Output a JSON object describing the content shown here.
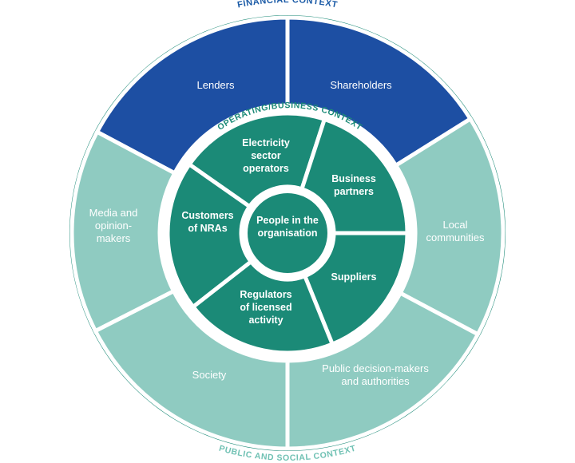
{
  "contexts": {
    "financial": "FINANCIAL CONTEXT",
    "operating": "OPERATING/BUSINESS CONTEXT",
    "public_social": "PUBLIC AND SOCIAL CONTEXT"
  },
  "outer_ring": [
    {
      "key": "lenders",
      "lines": [
        "Lenders"
      ],
      "group": "financial"
    },
    {
      "key": "shareholders",
      "lines": [
        "Shareholders"
      ],
      "group": "financial"
    },
    {
      "key": "local-communities",
      "lines": [
        "Local",
        "communities"
      ],
      "group": "public"
    },
    {
      "key": "public-decision-makers",
      "lines": [
        "Public decision-makers",
        "and authorities"
      ],
      "group": "public"
    },
    {
      "key": "society",
      "lines": [
        "Society"
      ],
      "group": "public"
    },
    {
      "key": "media-opinion-makers",
      "lines": [
        "Media and",
        "opinion-",
        "makers"
      ],
      "group": "public"
    }
  ],
  "inner_ring": [
    {
      "key": "electricity-sector-operators",
      "lines": [
        "Electricity",
        "sector",
        "operators"
      ]
    },
    {
      "key": "business-partners",
      "lines": [
        "Business",
        "partners"
      ]
    },
    {
      "key": "suppliers",
      "lines": [
        "Suppliers"
      ]
    },
    {
      "key": "regulators-licensed-activity",
      "lines": [
        "Regulators",
        "of licensed",
        "activity"
      ]
    },
    {
      "key": "customers-of-nras",
      "lines": [
        "Customers",
        "of NRAs"
      ]
    }
  ],
  "center": {
    "lines": [
      "People in the",
      "organisation"
    ]
  },
  "colors": {
    "financial": "#1d4fa3",
    "public": "#8fcbc1",
    "inner": "#1b8a77",
    "outline": "#1b8a77",
    "financial_title": "#1a5aa6",
    "operating_title": "#1b8a77",
    "public_title": "#6fc1b3"
  }
}
